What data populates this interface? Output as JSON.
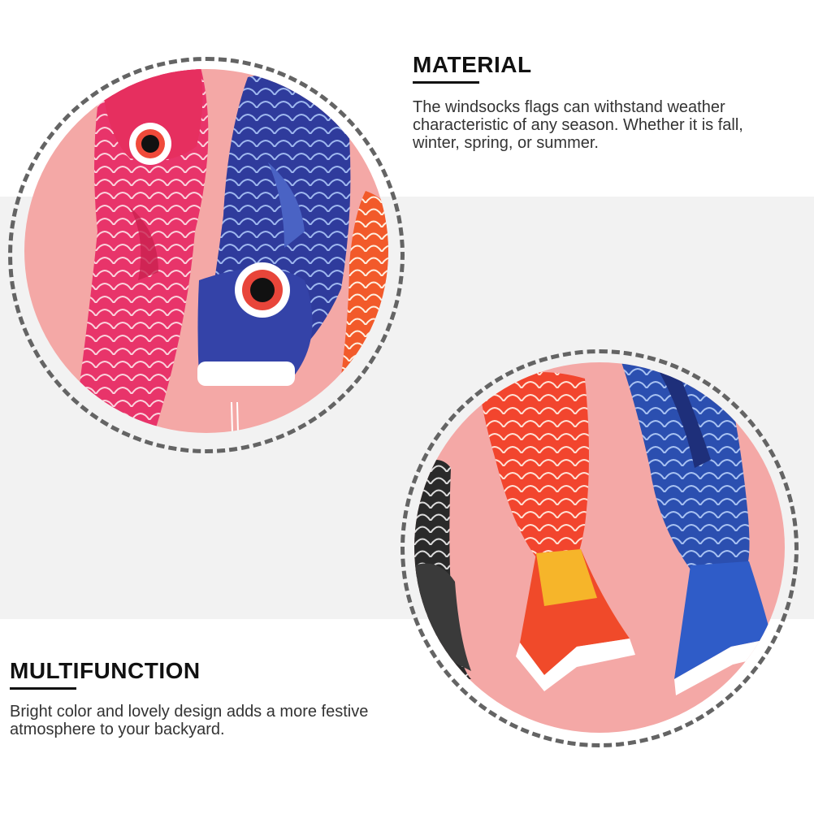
{
  "sections": [
    {
      "heading": "MATERIAL",
      "text": "The windsocks flags can withstand weather characteristic of any season. Whether it is fall, winter, spring, or summer."
    },
    {
      "heading": "MULTIFUNCTION",
      "text": "Bright color and lovely design adds a more festive atmosphere to your backyard."
    }
  ],
  "images": [
    {
      "depicts": "koi-windsock-heads",
      "palette": [
        "#f4a8a6",
        "#e8346a",
        "#2f3b9c",
        "#f25a2a"
      ]
    },
    {
      "depicts": "koi-windsock-tails",
      "palette": [
        "#f4a8a6",
        "#f2452e",
        "#2b4fb0",
        "#2a2a2a"
      ]
    }
  ],
  "colors": {
    "background": "#ffffff",
    "band": "#f2f2f2",
    "ring": "#646464",
    "heading": "#111111",
    "text": "#333333"
  }
}
